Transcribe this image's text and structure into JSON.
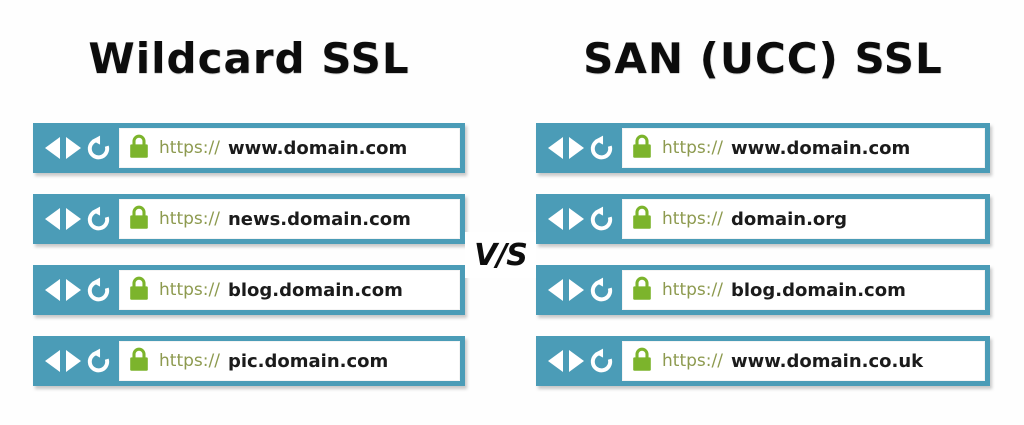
{
  "page": {
    "background_color": "#ffffff",
    "divider_label": "V/S"
  },
  "theme": {
    "bar_color": "#4b9cb7",
    "lock_color": "#7cb42c",
    "scheme_color": "#8d9a4f",
    "host_color": "#1b1b1b",
    "title_color": "#0c0c0c"
  },
  "left": {
    "title": "Wildcard SSL",
    "bars": [
      {
        "scheme": "https://",
        "host": "www.domain.com",
        "lock": "padlock-icon",
        "back": "back-arrow-icon",
        "forward": "forward-arrow-icon",
        "reload": "reload-icon"
      },
      {
        "scheme": "https://",
        "host": "news.domain.com",
        "lock": "padlock-icon",
        "back": "back-arrow-icon",
        "forward": "forward-arrow-icon",
        "reload": "reload-icon"
      },
      {
        "scheme": "https://",
        "host": "blog.domain.com",
        "lock": "padlock-icon",
        "back": "back-arrow-icon",
        "forward": "forward-arrow-icon",
        "reload": "reload-icon"
      },
      {
        "scheme": "https://",
        "host": "pic.domain.com",
        "lock": "padlock-icon",
        "back": "back-arrow-icon",
        "forward": "forward-arrow-icon",
        "reload": "reload-icon"
      }
    ]
  },
  "right": {
    "title": "SAN (UCC) SSL",
    "bars": [
      {
        "scheme": "https://",
        "host": "www.domain.com",
        "lock": "padlock-icon",
        "back": "back-arrow-icon",
        "forward": "forward-arrow-icon",
        "reload": "reload-icon"
      },
      {
        "scheme": "https://",
        "host": "domain.org",
        "lock": "padlock-icon",
        "back": "back-arrow-icon",
        "forward": "forward-arrow-icon",
        "reload": "reload-icon"
      },
      {
        "scheme": "https://",
        "host": "blog.domain.com",
        "lock": "padlock-icon",
        "back": "back-arrow-icon",
        "forward": "forward-arrow-icon",
        "reload": "reload-icon"
      },
      {
        "scheme": "https://",
        "host": "www.domain.co.uk",
        "lock": "padlock-icon",
        "back": "back-arrow-icon",
        "forward": "forward-arrow-icon",
        "reload": "reload-icon"
      }
    ]
  }
}
